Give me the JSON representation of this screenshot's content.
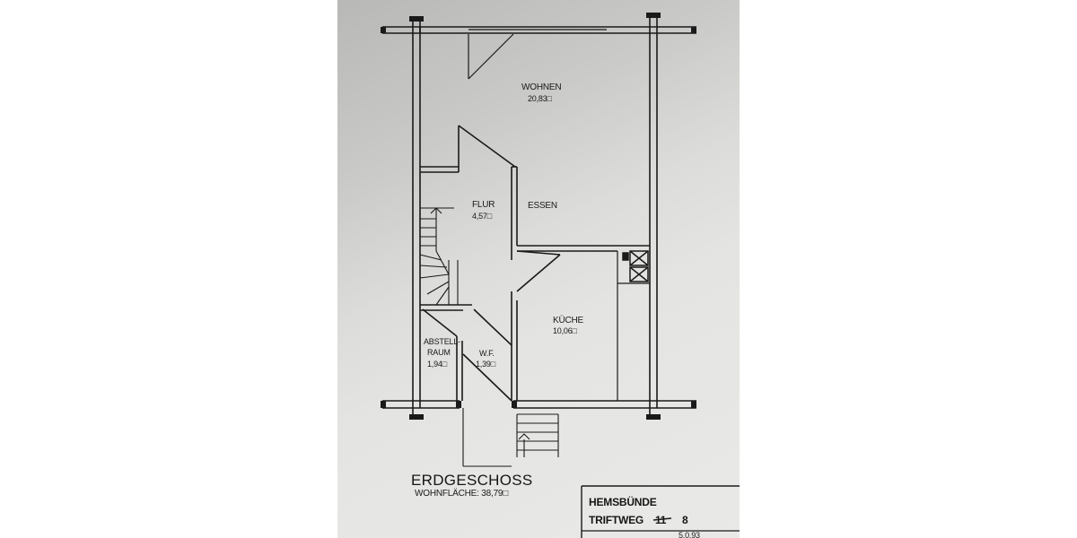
{
  "plan": {
    "rooms": [
      {
        "name": "WOHNEN",
        "area": "20,83□"
      },
      {
        "name": "ESSEN",
        "area": ""
      },
      {
        "name": "FLUR",
        "area": "4,57□"
      },
      {
        "name": "KÜCHE",
        "area": "10,06□"
      },
      {
        "name": "ABSTELL-",
        "name2": "RAUM",
        "area": "1,94□"
      },
      {
        "name": "W.F.",
        "area": "1,39□"
      }
    ],
    "floor_title": "ERDGESCHOSS",
    "living_area": "WOHNFLÄCHE: 38,79□"
  },
  "title_block": {
    "line1": "HEMSBÜNDE",
    "line2": "TRIFTWEG",
    "number_struck": "11",
    "number": "8",
    "footer": "5.0.93"
  }
}
